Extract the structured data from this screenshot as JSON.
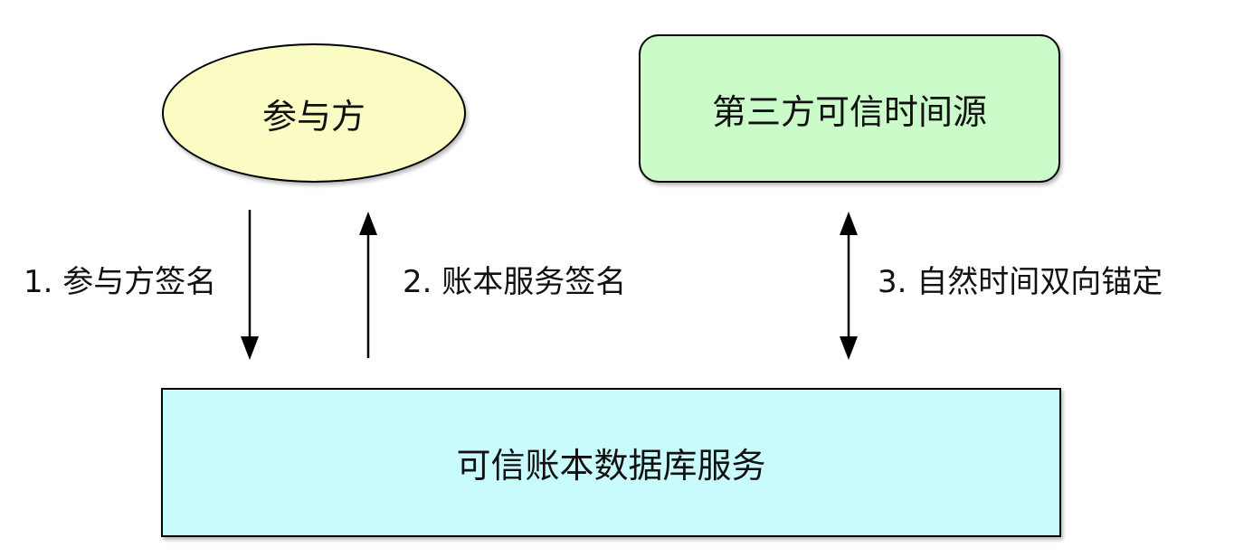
{
  "nodes": {
    "participant": "参与方",
    "time_source": "第三方可信时间源",
    "ledger_service": "可信账本数据库服务"
  },
  "edges": {
    "participant_sign": "1. 参与方签名",
    "ledger_sign": "2. 账本服务签名",
    "time_anchor": "3. 自然时间双向锚定"
  },
  "colors": {
    "participant_fill": "#fbfbc4",
    "time_source_fill": "#cafbc8",
    "ledger_fill": "#c9fbfc",
    "stroke": "#000000"
  }
}
